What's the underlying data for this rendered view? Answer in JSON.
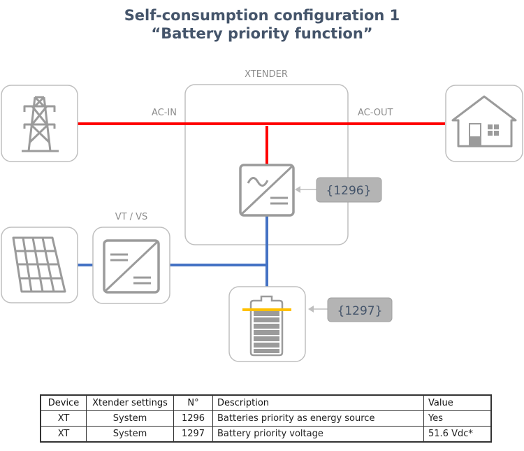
{
  "title": {
    "line1": "Self-consumption configuration 1",
    "line2": "“Battery priority function”"
  },
  "labels": {
    "xtender": "XTENDER",
    "ac_in": "AC-IN",
    "ac_out": "AC-OUT",
    "vt_vs": "VT / VS"
  },
  "tags": {
    "inverter_param": "{1296}",
    "battery_param": "{1297}"
  },
  "icons": {
    "grid": "power-pylon-icon",
    "house": "house-icon",
    "solar": "solar-panel-icon",
    "dcdc": "dc-dc-converter-icon",
    "inverter": "ac-dc-inverter-icon",
    "battery": "battery-icon"
  },
  "colors": {
    "ac_line": "#ff0000",
    "dc_line": "#4472c4",
    "battery_threshold": "#ffc000",
    "icon_gray": "#9b9b9b",
    "tag_fill": "#b4b4b4",
    "title": "#44546a"
  },
  "table": {
    "headers": [
      "Device",
      "Xtender settings",
      "N°",
      "Description",
      "Value"
    ],
    "rows": [
      [
        "XT",
        "System",
        "1296",
        "Batteries priority as energy source",
        "Yes"
      ],
      [
        "XT",
        "System",
        "1297",
        "Battery priority voltage",
        "51.6 Vdc*"
      ]
    ]
  }
}
